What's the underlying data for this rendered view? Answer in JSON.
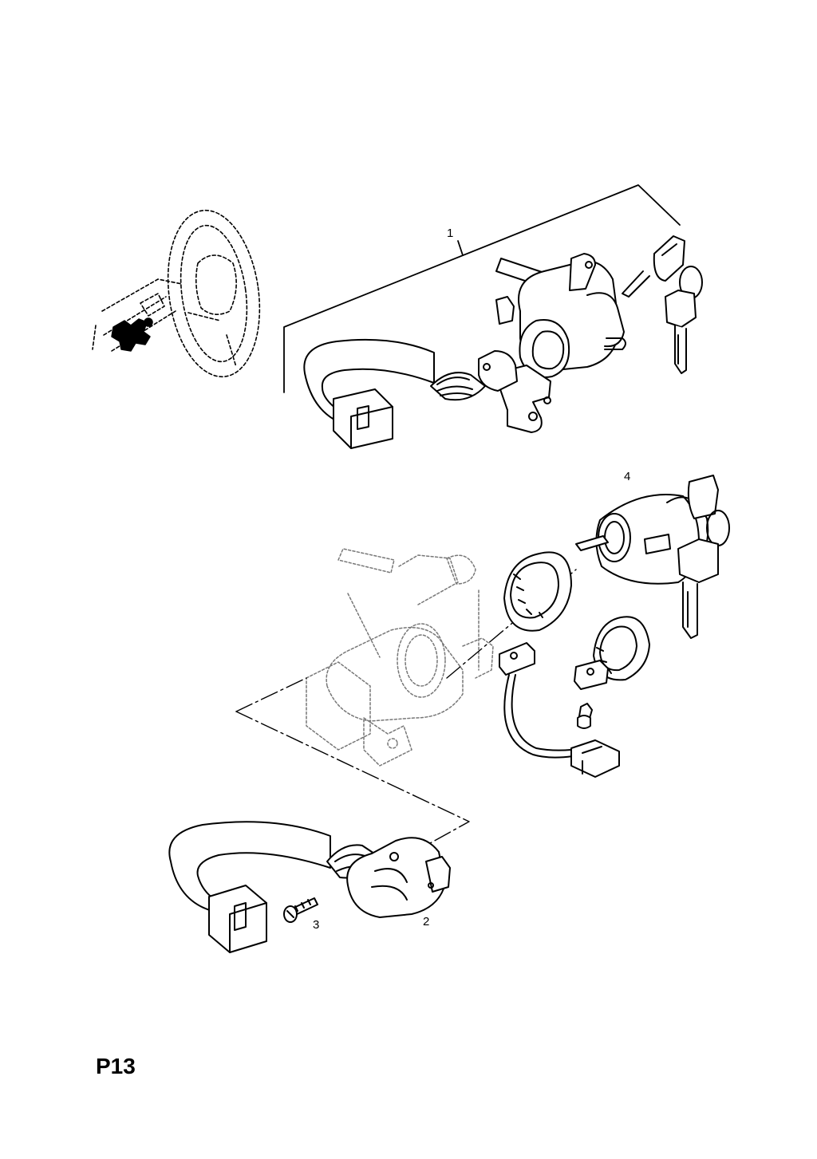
{
  "page": {
    "code": "P13"
  },
  "callouts": [
    {
      "id": "1",
      "label": "1"
    },
    {
      "id": "2",
      "label": "2"
    },
    {
      "id": "3",
      "label": "3"
    },
    {
      "id": "4",
      "label": "4"
    }
  ],
  "colors": {
    "ink": "#000000",
    "paper": "#ffffff",
    "ghost": "#9a9a9a"
  }
}
